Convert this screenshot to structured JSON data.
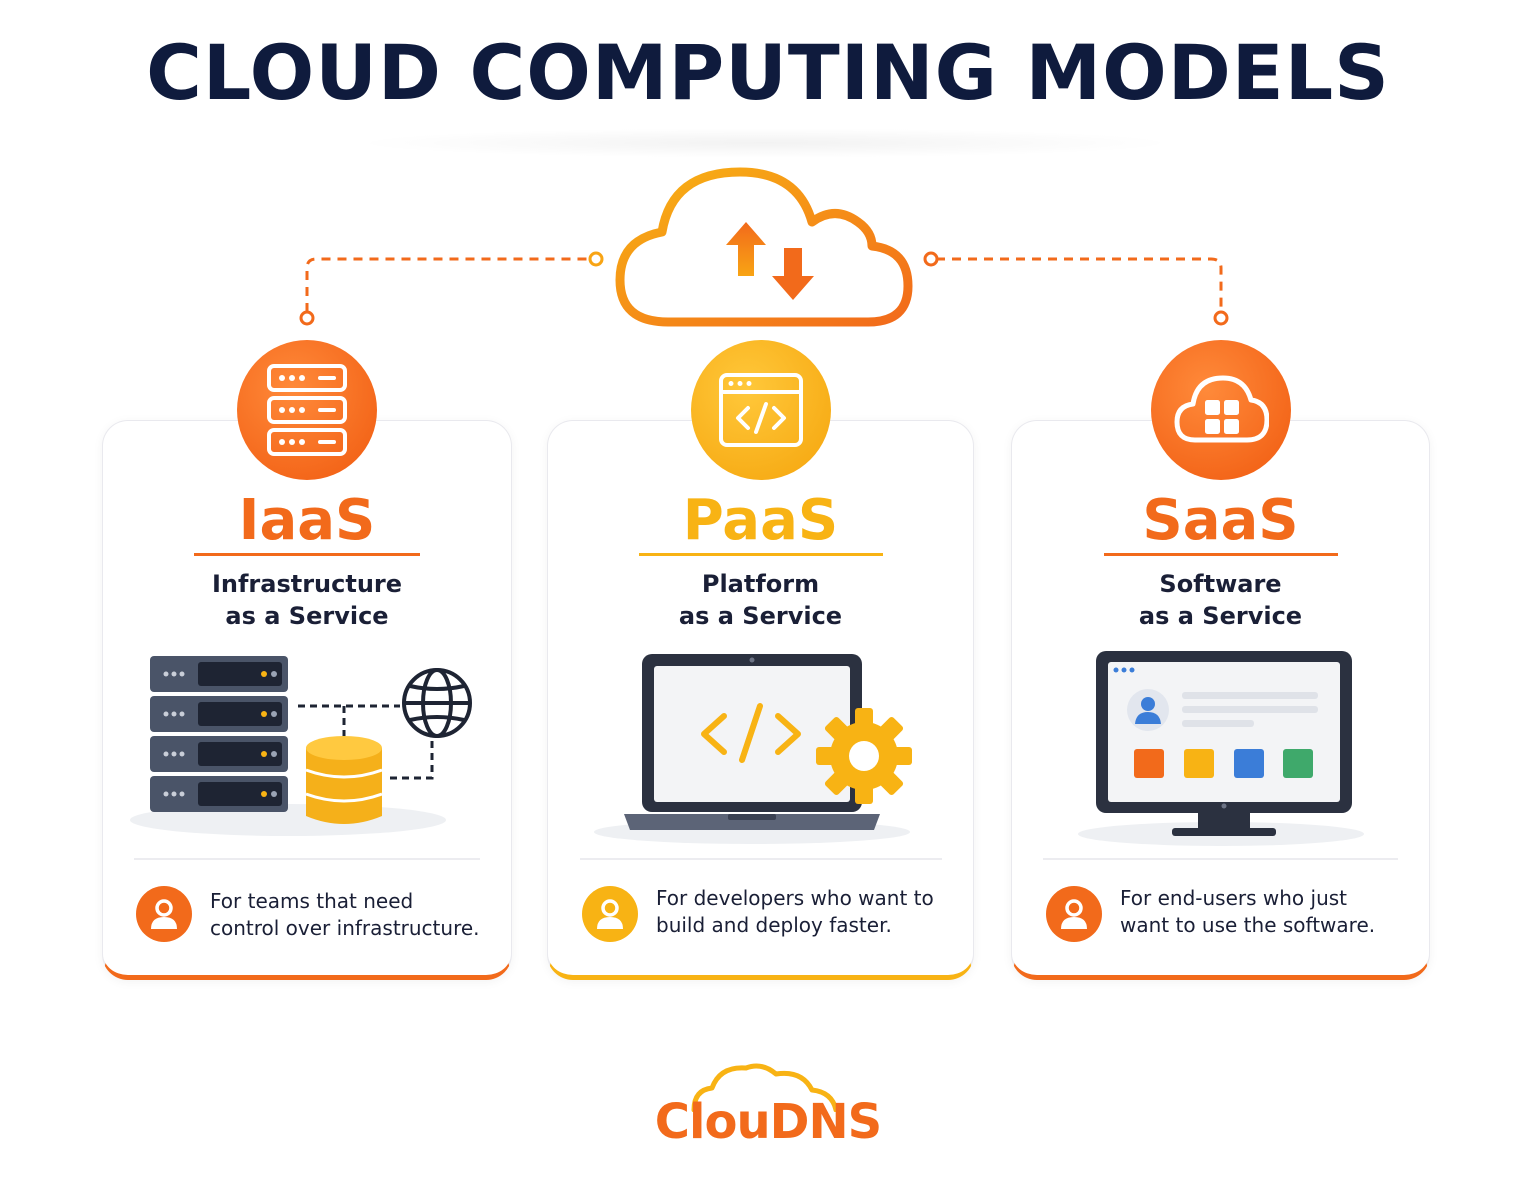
{
  "page": {
    "title": "CLOUD COMPUTING MODELS",
    "brand": "ClouDNS"
  },
  "center": {
    "icon": "cloud-upload-download-icon"
  },
  "colors": {
    "navy": "#0f1b3d",
    "orange": "#f26a1b",
    "yellow": "#f8b314",
    "text": "#1a1f36"
  },
  "models": [
    {
      "acronym": "IaaS",
      "subtitle_line1": "Infrastructure",
      "subtitle_line2": "as a Service",
      "description_line1": "For teams that need",
      "description_line2": "control over infrastructure.",
      "badge_icon": "server-rack-icon",
      "illustration": "servers-database-globe-icon",
      "accent": "#f26a1b"
    },
    {
      "acronym": "PaaS",
      "subtitle_line1": "Platform",
      "subtitle_line2": "as a Service",
      "description_line1": "For developers who want to",
      "description_line2": "build and deploy faster.",
      "badge_icon": "code-window-icon",
      "illustration": "laptop-code-gear-icon",
      "accent": "#f8b314"
    },
    {
      "acronym": "SaaS",
      "subtitle_line1": "Software",
      "subtitle_line2": "as a Service",
      "description_line1": "For end-users who just",
      "description_line2": "want to use the software.",
      "badge_icon": "cloud-apps-icon",
      "illustration": "monitor-apps-icon",
      "accent": "#f26a1b"
    }
  ]
}
